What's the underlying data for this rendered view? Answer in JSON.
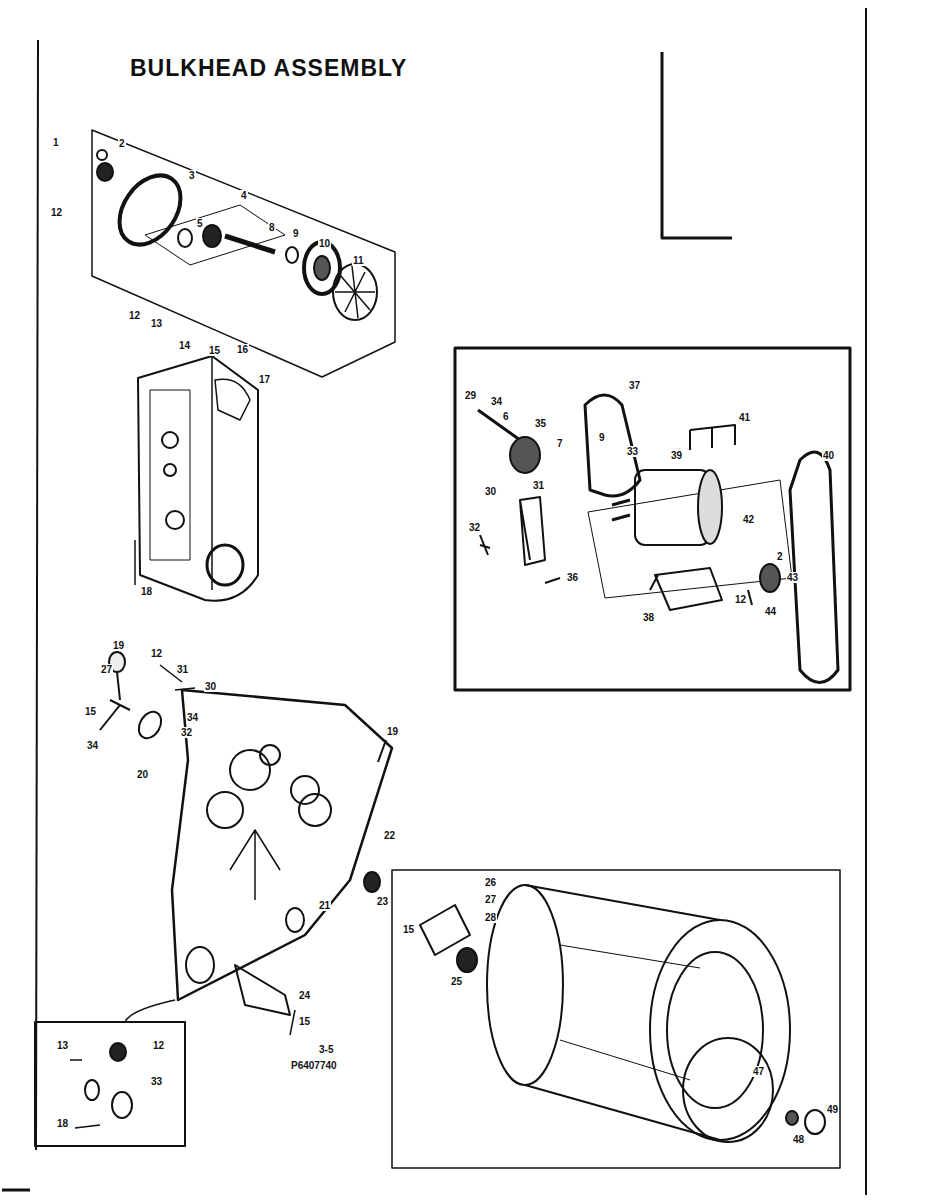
{
  "diagram": {
    "title": "BULKHEAD ASSEMBLY",
    "labels": [
      "1",
      "2",
      "3",
      "4",
      "5",
      "8",
      "9",
      "10",
      "11",
      "12",
      "12",
      "13",
      "14",
      "15",
      "16",
      "17",
      "18",
      "19",
      "27",
      "12",
      "31",
      "30",
      "34",
      "15",
      "34",
      "32",
      "20",
      "19",
      "22",
      "23",
      "21",
      "24",
      "15",
      "26",
      "27",
      "28",
      "15",
      "25",
      "47",
      "48",
      "49",
      "12",
      "33",
      "18",
      "13",
      "29",
      "34",
      "6",
      "35",
      "7",
      "37",
      "9",
      "33",
      "41",
      "40",
      "30",
      "31",
      "32",
      "36",
      "39",
      "42",
      "2",
      "43",
      "38",
      "12",
      "44",
      "3-5",
      "P6407740"
    ]
  }
}
